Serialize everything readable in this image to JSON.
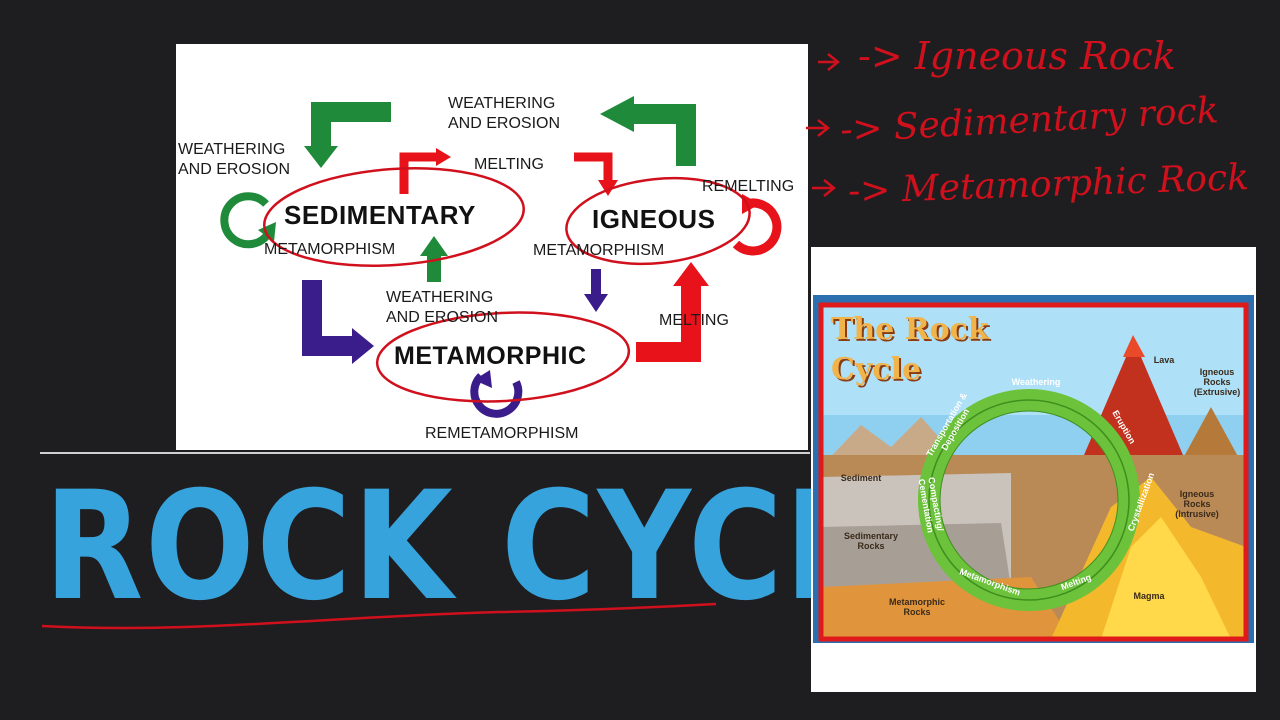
{
  "diagram": {
    "nodes": {
      "sedimentary": "SEDIMENTARY",
      "igneous": "IGNEOUS",
      "metamorphic": "METAMORPHIC"
    },
    "labels": {
      "weathering_top": "WEATHERING AND EROSION",
      "weathering_left": "WEATHERING AND EROSION",
      "weathering_mid": "WEATHERING AND EROSION",
      "melting_top": "MELTING",
      "remelting": "REMELTING",
      "metamorphism_left": "METAMORPHISM",
      "metamorphism_right": "METAMORPHISM",
      "melting_right": "MELTING",
      "remetamorphism": "REMETAMORPHISM"
    },
    "colors": {
      "green": "#1e8a3a",
      "red": "#e8131a",
      "purple": "#3a1d8a",
      "ink": "#d0101c"
    }
  },
  "title": "ROCK CYCLE",
  "handwritten_notes": [
    "-> Igneous Rock",
    "-> Sedimentary rock",
    "-> Metamorphic Rock"
  ],
  "poster": {
    "title_line1": "The Rock",
    "title_line2": "Cycle",
    "cycle_steps": [
      "Weathering",
      "Eruption",
      "Crystallization",
      "Melting",
      "Metamorphism",
      "Compacting/ Cementation",
      "Transportation & Deposition"
    ],
    "labels": {
      "lava": "Lava",
      "igneous_extrusive": "Igneous Rocks (Extrusive)",
      "igneous_intrusive": "Igneous Rocks (Intrusive)",
      "sediment": "Sediment",
      "sedimentary_rocks": "Sedimentary Rocks",
      "metamorphic_rocks": "Metamorphic Rocks",
      "magma": "Magma"
    }
  }
}
